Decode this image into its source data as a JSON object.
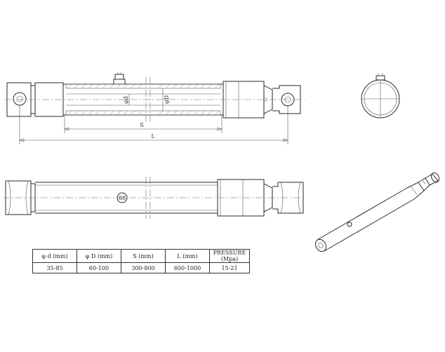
{
  "drawing": {
    "dimension_labels": {
      "rod_diameter": "φd",
      "bore_diameter": "φD",
      "stroke": "S",
      "length": "L",
      "port_mark": "88"
    }
  },
  "spec_table": {
    "headers": [
      "φ d (mm)",
      "φ D (mm)",
      "S (mm)",
      "L (mm)",
      "PRESSURE (Mpa)"
    ],
    "rows": [
      [
        "35-85",
        "60-100",
        "300-800",
        "600-1000",
        "15-21"
      ]
    ]
  }
}
